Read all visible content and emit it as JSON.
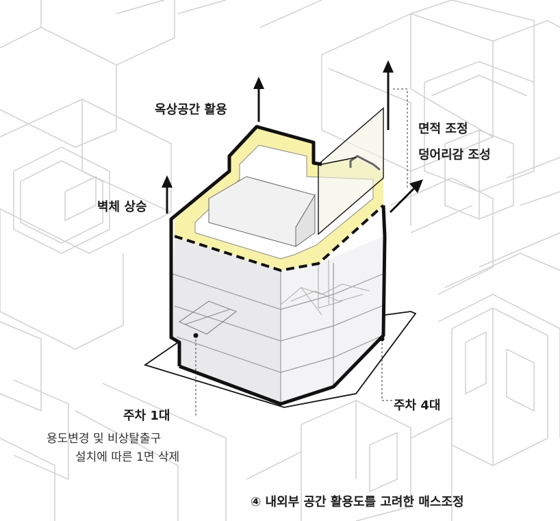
{
  "labels": {
    "rooftop": "옥상공간 활용",
    "wall_raise": "벽체 상승",
    "area_adjust": "면적 조정",
    "mass_create": "덩어리감 조성",
    "parking_1": "주차 1대",
    "use_change_line1": "용도변경 및 비상탈출구",
    "use_change_line2": "설치에 따른 1면 삭제",
    "parking_4": "주차 4대",
    "caption": "④ 내외부 공간 활용도를 고려한 매스조정"
  },
  "colors": {
    "outline": "#111111",
    "background_lines": "#cfcfcf",
    "highlight": "#f7f2a8",
    "facade": "#e9e9ec",
    "roof_box": "#f1f1f1",
    "annotation": "#1a1a1a"
  }
}
